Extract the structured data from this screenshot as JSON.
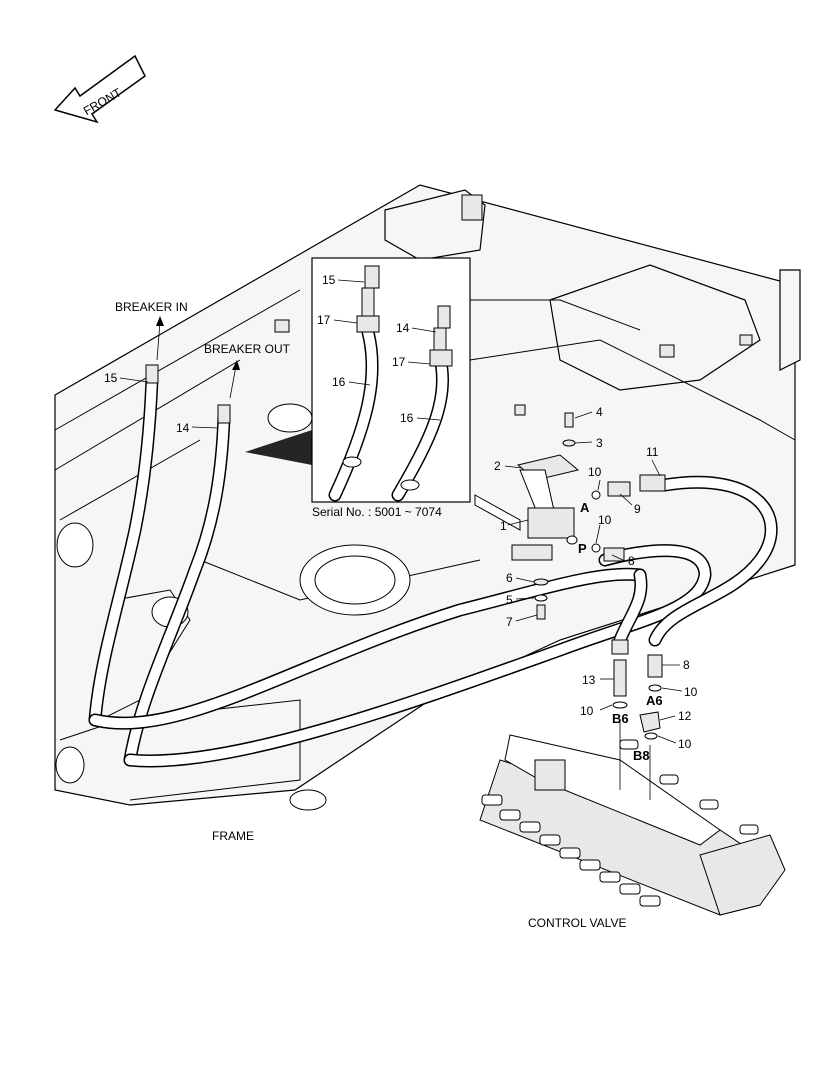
{
  "front_arrow": {
    "label": "FRONT"
  },
  "inset": {
    "serial": "Serial No. : 5001 ~ 7074"
  },
  "titles": {
    "breaker_in": "BREAKER IN",
    "breaker_out": "BREAKER OUT",
    "frame": "FRAME",
    "control_valve": "CONTROL VALVE"
  },
  "ports": {
    "a": "A",
    "p": "P",
    "a6": "A6",
    "b6": "B6",
    "b8": "B8"
  },
  "callouts": {
    "c1": "1",
    "c2": "2",
    "c3": "3",
    "c4": "4",
    "c5": "5",
    "c6": "6",
    "c7": "7",
    "c8a": "8",
    "c8b": "8",
    "c9": "9",
    "c10a": "10",
    "c10b": "10",
    "c10c": "10",
    "c10d": "10",
    "c10e": "10",
    "c11": "11",
    "c12": "12",
    "c13": "13",
    "c14": "14",
    "c15": "15",
    "ic15": "15",
    "ic17a": "17",
    "ic14": "14",
    "ic17b": "17",
    "ic16a": "16",
    "ic16b": "16"
  }
}
